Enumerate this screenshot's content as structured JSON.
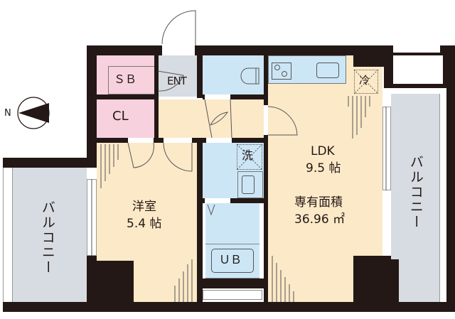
{
  "colors": {
    "wall": "#231815",
    "floor": "#fce9c8",
    "storage": "#f8d1de",
    "wet_area": "#cce6f6",
    "entrance_balcony": "#d7dce2"
  },
  "compass": {
    "label": "N"
  },
  "rooms": {
    "sb": {
      "label": "ＳＢ"
    },
    "ent": {
      "label": "ENT"
    },
    "cl": {
      "label": "CL"
    },
    "washer": {
      "label": "洗"
    },
    "fridge": {
      "label": "冷"
    },
    "ub": {
      "label": "ＵＢ"
    },
    "western_room": {
      "name": "洋室",
      "size": "5.4 帖"
    },
    "ldk": {
      "name": "LDK",
      "size": "9.5 帖"
    },
    "balcony_left": {
      "label": "バルコニー"
    },
    "balcony_right": {
      "label": "バルコニー"
    }
  },
  "area": {
    "label": "専有面積",
    "value": "36.96 ㎡"
  }
}
